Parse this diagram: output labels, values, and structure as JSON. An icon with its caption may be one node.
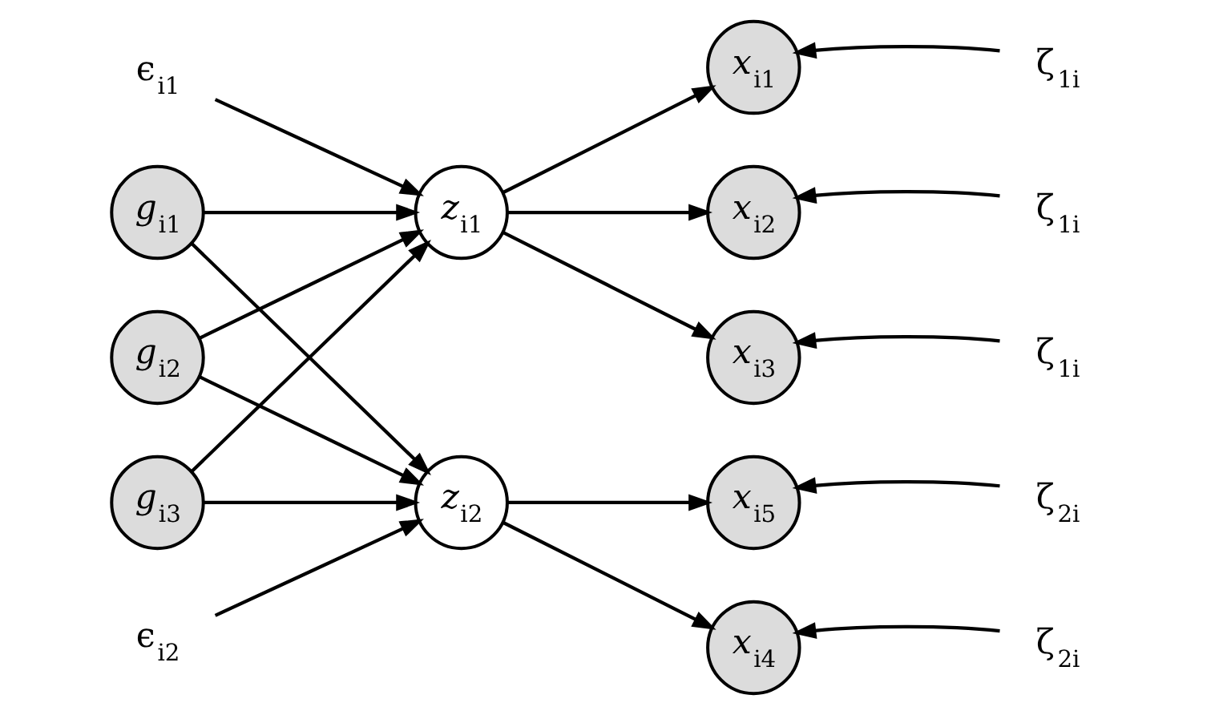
{
  "diagram": {
    "nodes": [
      {
        "text": [
          "*g*$_{i1}$"
        ]
      },
      {
        "text": [
          "*g*$_{i2}$"
        ]
      },
      {
        "text": [
          "*g*$_{i3}$"
        ]
      },
      {
        "text": [
          "ϵ$_{i1}$"
        ]
      },
      {
        "text": [
          "*z*$_{i1}$"
        ]
      },
      {
        "text": [
          "*z*$_{i2}$"
        ]
      },
      {
        "text": [
          "ϵ$_{i2}$"
        ]
      },
      {
        "text": [
          "*x*$_{i1}$"
        ]
      },
      {
        "text": [
          "*x*$_{i2}$"
        ]
      },
      {
        "text": [
          "*x*$_{i3}$"
        ]
      },
      {
        "text": [
          "*x*$_{i4}$"
        ]
      },
      {
        "text": [
          "*x*$_{i5}$"
        ]
      },
      {
        "text": [
          "ζ$_{1i}$"
        ]
      },
      {
        "text": [
          "ζ$_{1i}$"
        ]
      },
      {
        "text": [
          "ζ$_{1i}$"
        ]
      },
      {
        "text": [
          "ζ$_{2i}$"
        ]
      },
      {
        "text": [
          "ζ$_{2i}$"
        ]
      }
    ],
    "edges": [
      {
        "from": 0,
        "to": 4,
        "arrow": "to"
      },
      {
        "from": 0,
        "to": 5,
        "arrow": "to"
      },
      {
        "from": 1,
        "to": 4,
        "arrow": "to"
      },
      {
        "from": 1,
        "to": 5,
        "arrow": "to"
      },
      {
        "from": 2,
        "to": 4,
        "arrow": "to"
      },
      {
        "from": 2,
        "to": 5,
        "arrow": "to"
      },
      {
        "from": 3,
        "to": 4,
        "arrow": "to"
      },
      {
        "from": 6,
        "to": 5,
        "arrow": "to"
      },
      {
        "from": 4,
        "to": 7,
        "arrow": "to"
      },
      {
        "from": 4,
        "to": 8,
        "arrow": "to"
      },
      {
        "from": 4,
        "to": 9,
        "arrow": "to"
      },
      {
        "from": 5,
        "to": 10,
        "arrow": "to"
      },
      {
        "from": 5,
        "to": 11,
        "arrow": "to"
      },
      {
        "from": 12,
        "to": 7,
        "arrow": "to"
      },
      {
        "from": 13,
        "to": 8,
        "arrow": "to"
      },
      {
        "from": 14,
        "to": 9,
        "arrow": "to"
      },
      {
        "from": 15,
        "to": 10,
        "arrow": "to"
      },
      {
        "from": 16,
        "to": 11,
        "arrow": "to"
      }
    ]
  }
}
